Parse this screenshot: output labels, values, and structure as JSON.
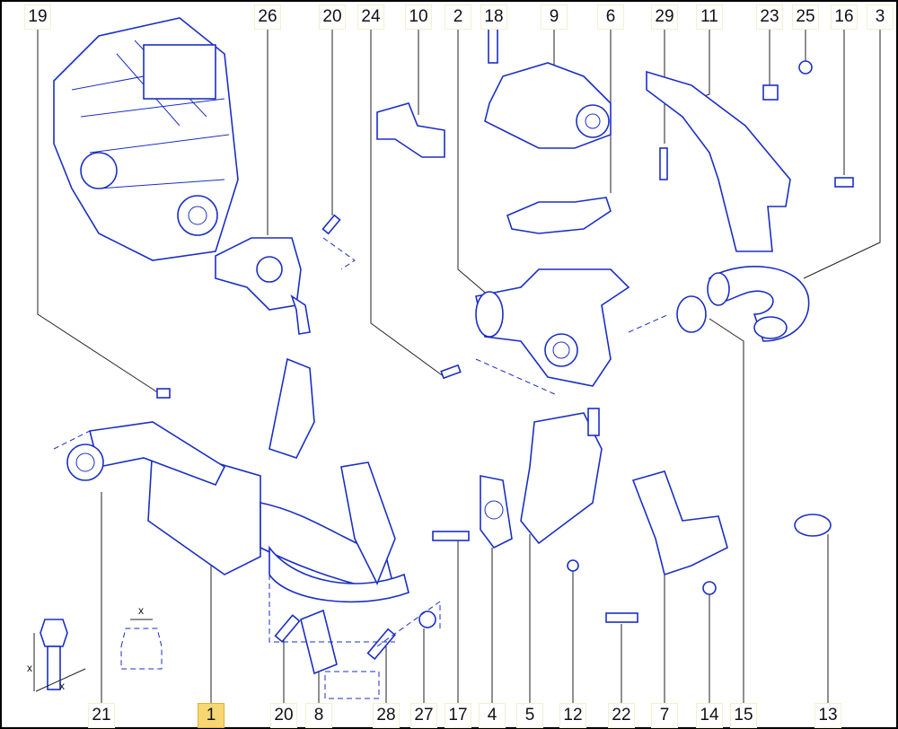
{
  "diagram": {
    "top_labels": [
      "19",
      "26",
      "20",
      "24",
      "10",
      "2",
      "18",
      "9",
      "6",
      "29",
      "11",
      "23",
      "25",
      "16",
      "3"
    ],
    "bottom_labels": [
      "21",
      "1",
      "20",
      "8",
      "28",
      "27",
      "17",
      "4",
      "5",
      "12",
      "22",
      "7",
      "14",
      "15",
      "13"
    ],
    "highlighted_label": "1",
    "detail_marks": [
      "x",
      "x",
      "x"
    ],
    "colors": {
      "line": "#1b2fc4",
      "highlight": "#f7d774"
    }
  }
}
